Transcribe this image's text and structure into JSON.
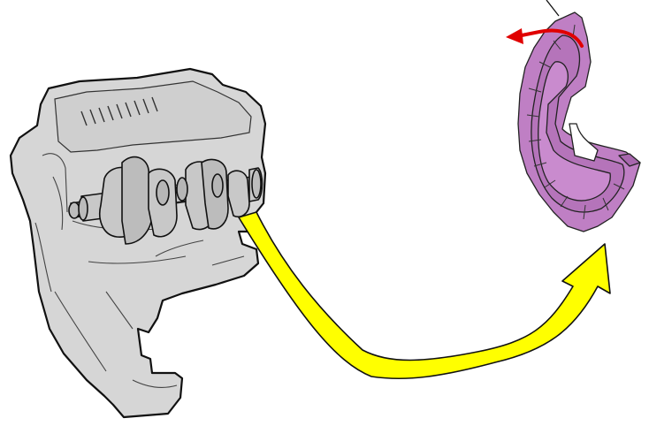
{
  "figure": {
    "labels": [],
    "colors": {
      "background": "#ffffff",
      "engine_fill": "#d6d6d6",
      "engine_stroke": "#111111",
      "crankshaft_fill": "#c4c4c4",
      "pulley_fill": "#bf7fc4",
      "pulley_shade": "#a867ae",
      "transfer_arrow_fill": "#ffff00",
      "rotation_arrow": "#e00000"
    },
    "parts": [
      {
        "name": "engine-block",
        "icon": "engine-block-icon"
      },
      {
        "name": "crankshaft",
        "icon": "crankshaft-icon"
      },
      {
        "name": "pulley-cover",
        "icon": "pulley-disc-icon"
      },
      {
        "name": "transfer-arrow",
        "icon": "curved-arrow-icon"
      },
      {
        "name": "rotation-arrow",
        "icon": "rotation-arrow-icon"
      }
    ]
  }
}
